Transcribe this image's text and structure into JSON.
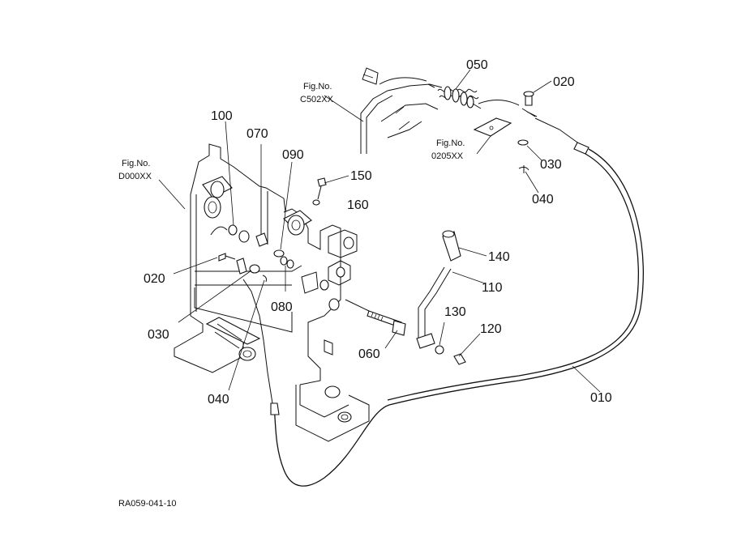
{
  "drawing_code": "RA059-041-10",
  "callouts": [
    {
      "id": "c010",
      "label": "010"
    },
    {
      "id": "c020a",
      "label": "020"
    },
    {
      "id": "c020b",
      "label": "020"
    },
    {
      "id": "c030a",
      "label": "030"
    },
    {
      "id": "c030b",
      "label": "030"
    },
    {
      "id": "c040a",
      "label": "040"
    },
    {
      "id": "c040b",
      "label": "040"
    },
    {
      "id": "c050",
      "label": "050"
    },
    {
      "id": "c060",
      "label": "060"
    },
    {
      "id": "c070",
      "label": "070"
    },
    {
      "id": "c080",
      "label": "080"
    },
    {
      "id": "c090",
      "label": "090"
    },
    {
      "id": "c100",
      "label": "100"
    },
    {
      "id": "c110",
      "label": "110"
    },
    {
      "id": "c120",
      "label": "120"
    },
    {
      "id": "c130",
      "label": "130"
    },
    {
      "id": "c140",
      "label": "140"
    },
    {
      "id": "c150",
      "label": "150"
    },
    {
      "id": "c160",
      "label": "160"
    }
  ],
  "figure_refs": [
    {
      "id": "f1",
      "title": "Fig.No.",
      "code": "C502XX"
    },
    {
      "id": "f2",
      "title": "Fig.No.",
      "code": "0205XX"
    },
    {
      "id": "f3",
      "title": "Fig.No.",
      "code": "D000XX"
    }
  ]
}
